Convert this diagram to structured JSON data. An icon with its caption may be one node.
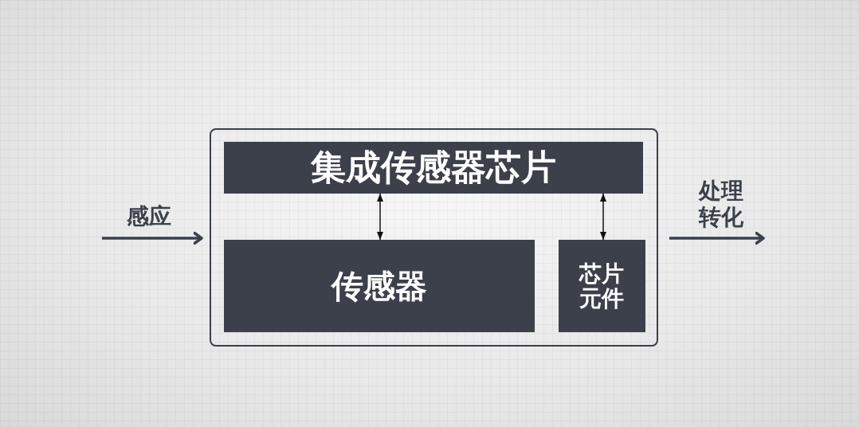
{
  "diagram": {
    "nodes": [
      {
        "text": [],
        "shape": "box"
      },
      {
        "text": [
          "集成传感器芯片"
        ],
        "in": 0
      },
      {
        "text": [
          "传感器"
        ],
        "in": 0
      },
      {
        "text": [
          "芯片元件"
        ],
        "in": 0
      }
    ],
    "edges": [
      {
        "from": null,
        "to": 0,
        "arrow": "to",
        "label": "感应",
        "style": "thick"
      },
      {
        "from": 0,
        "to": null,
        "arrow": "to",
        "label": "处理转化",
        "style": "thick"
      },
      {
        "from": 2,
        "to": 1,
        "arrow": "both"
      },
      {
        "from": 3,
        "to": 1,
        "arrow": "both"
      }
    ]
  }
}
